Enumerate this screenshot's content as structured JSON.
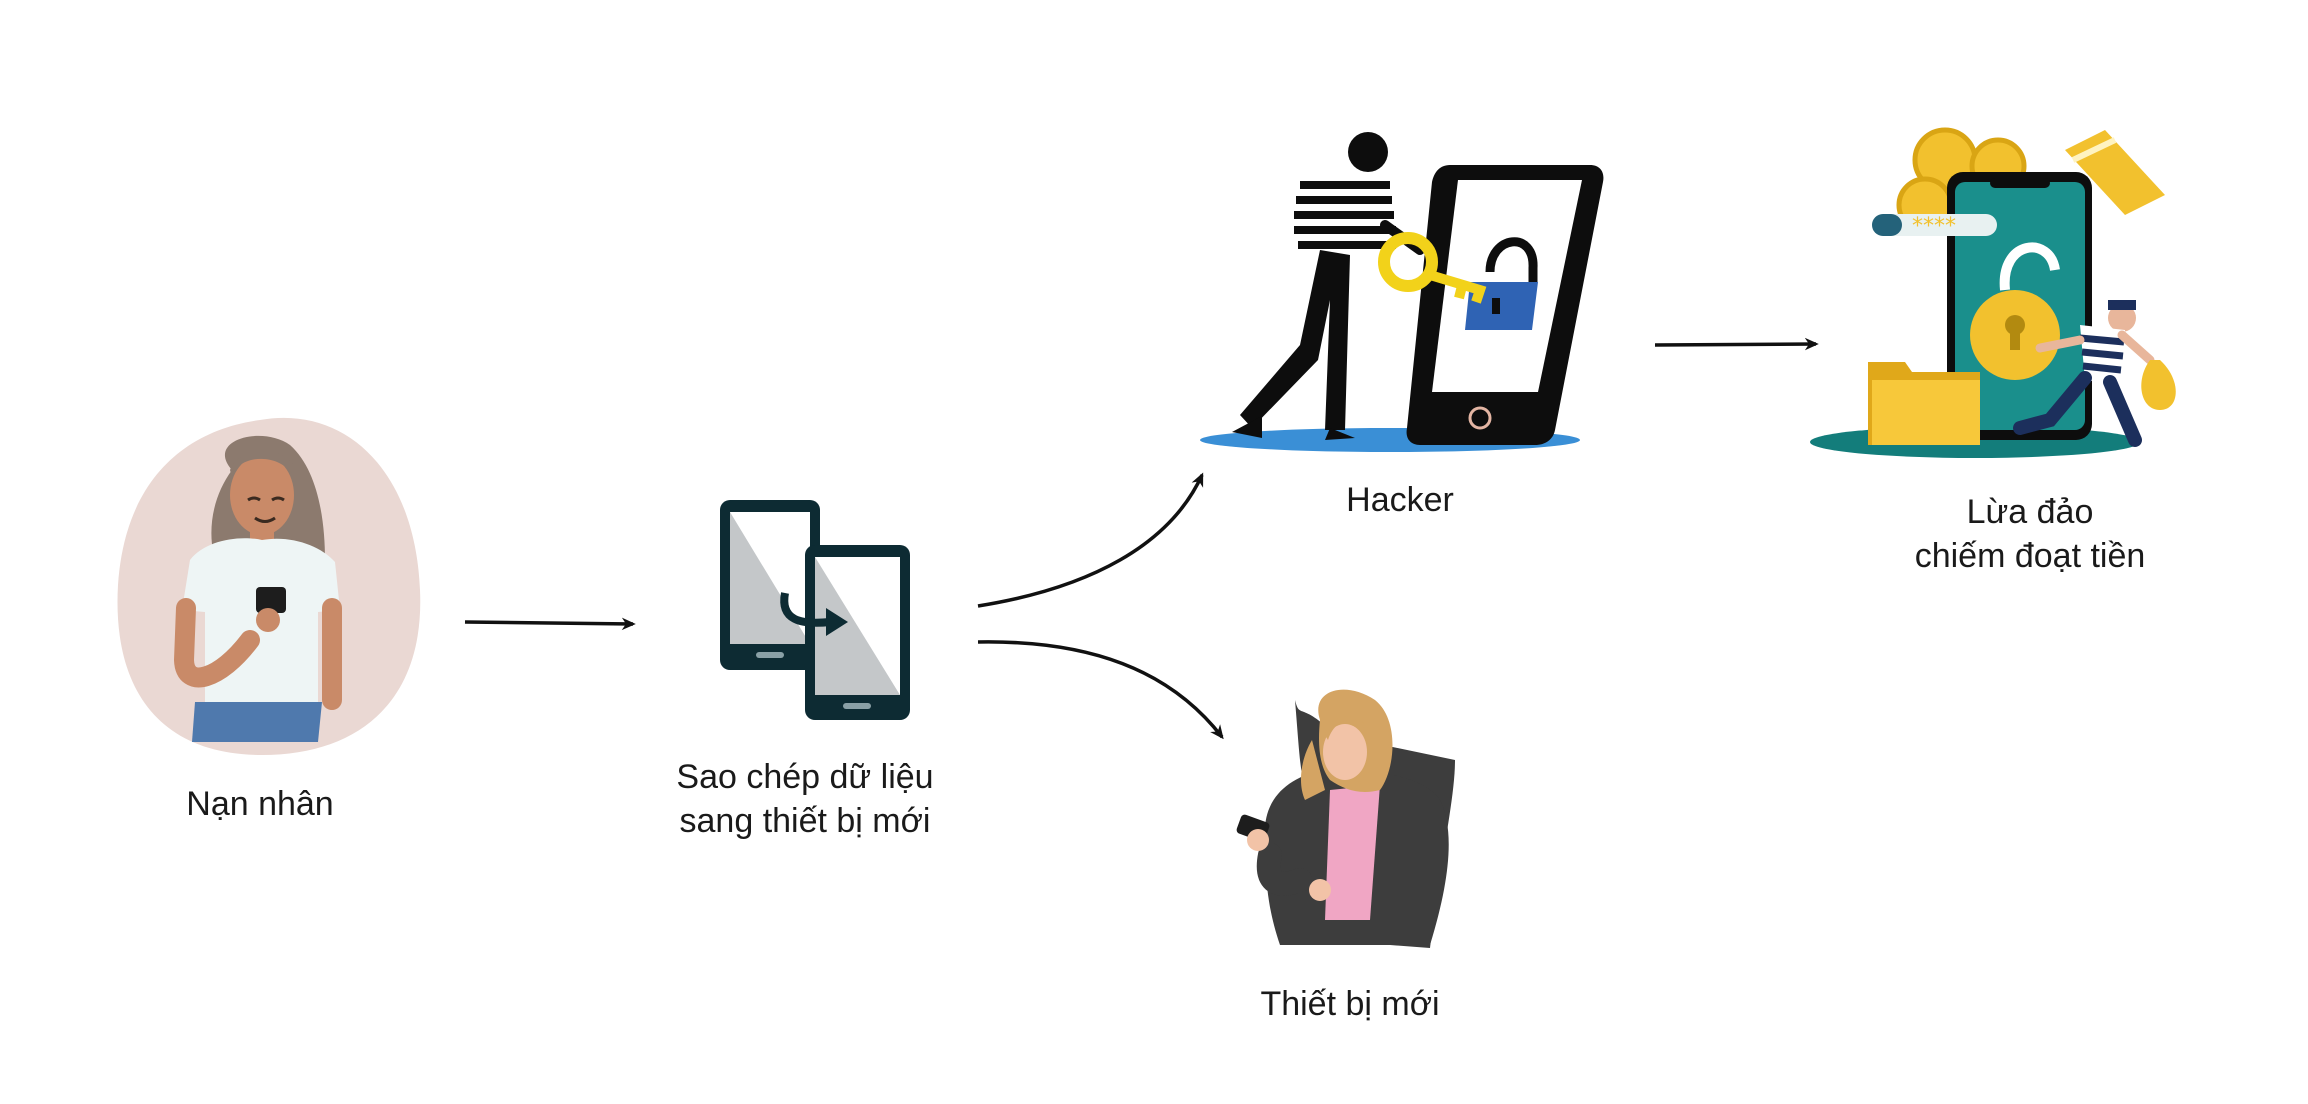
{
  "nodes": {
    "victim": {
      "label": "Nạn nhân"
    },
    "copy": {
      "label_lines": [
        "Sao chép dữ liệu",
        "sang thiết bị mới"
      ]
    },
    "hacker": {
      "label": "Hacker"
    },
    "fraud": {
      "label_lines": [
        "Lừa đảo",
        "chiếm đoạt tiền"
      ]
    },
    "new_device": {
      "label": "Thiết bị mới"
    }
  },
  "icons": {
    "victim": "woman-with-phone-icon",
    "copy": "phone-transfer-icon",
    "hacker": "hacker-unlocking-phone-icon",
    "fraud": "money-theft-phone-icon",
    "new_device": "woman-with-phone-icon"
  },
  "edges": [
    {
      "from": "victim",
      "to": "copy"
    },
    {
      "from": "copy",
      "to": "hacker"
    },
    {
      "from": "copy",
      "to": "new_device"
    },
    {
      "from": "hacker",
      "to": "fraud"
    }
  ],
  "colors": {
    "arrow": "#111111",
    "victim_bg": "#ead8d3",
    "phone_frame": "#0d2b33",
    "blue_floor": "#3a8fd6",
    "teal": "#1a8f8c",
    "gold": "#f2c12e",
    "lock_blue": "#2f63b4"
  }
}
